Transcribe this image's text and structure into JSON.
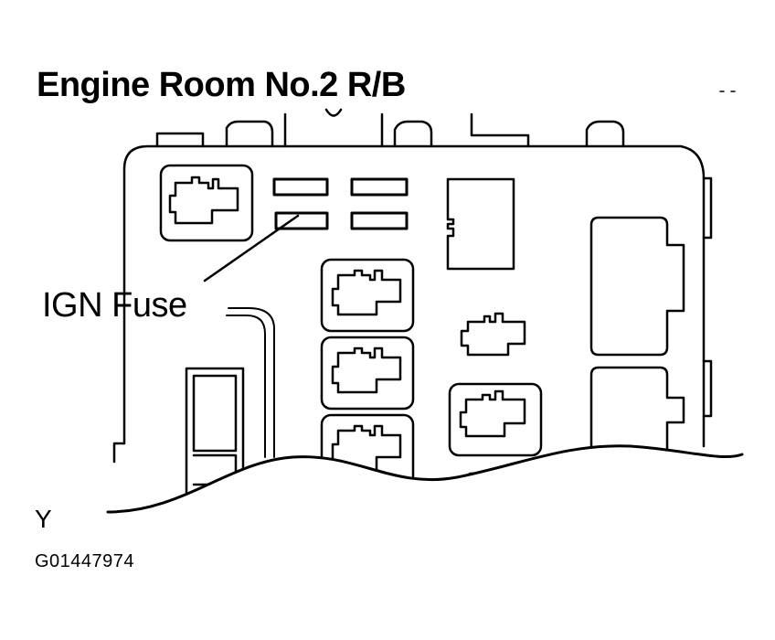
{
  "diagram": {
    "title": "Engine Room No.2 R/B",
    "callout_label": "IGN Fuse",
    "section_code": "Y",
    "figure_id": "G01447974"
  },
  "colors": {
    "line": "#000000",
    "background": "#ffffff"
  }
}
